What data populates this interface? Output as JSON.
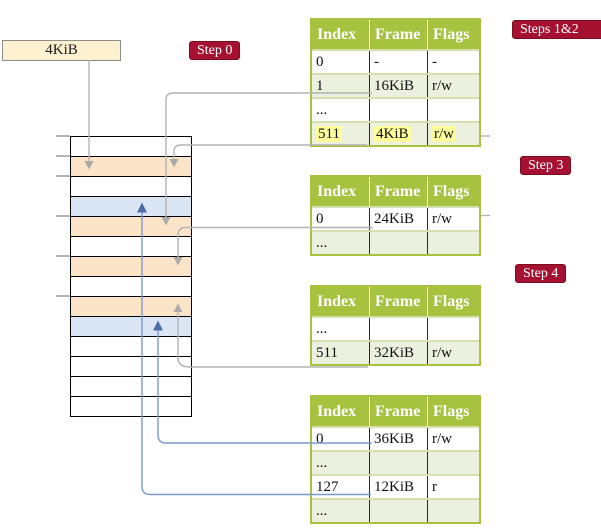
{
  "title_box": {
    "label": "4KiB"
  },
  "step_labels": {
    "step0": "Step 0",
    "steps12": "Steps 1&2",
    "step3": "Step 3",
    "step4": "Step 4"
  },
  "table_headers": [
    "Index",
    "Frame",
    "Flags"
  ],
  "tables": [
    {
      "name": "page-table-steps-1-2",
      "rows": [
        {
          "cells": [
            "0",
            "-",
            "-"
          ],
          "highlight": false
        },
        {
          "cells": [
            "1",
            "16KiB",
            "r/w"
          ],
          "highlight": false
        },
        {
          "cells": [
            "...",
            "",
            ""
          ],
          "highlight": false
        },
        {
          "cells": [
            "511",
            "4KiB",
            "r/w"
          ],
          "highlight": true
        }
      ]
    },
    {
      "name": "page-table-step-3",
      "rows": [
        {
          "cells": [
            "0",
            "24KiB",
            "r/w"
          ],
          "highlight": false
        },
        {
          "cells": [
            "...",
            "",
            ""
          ],
          "highlight": false
        }
      ]
    },
    {
      "name": "page-table-step-4",
      "rows": [
        {
          "cells": [
            "...",
            "",
            ""
          ],
          "highlight": false
        },
        {
          "cells": [
            "511",
            "32KiB",
            "r/w"
          ],
          "highlight": false
        }
      ]
    },
    {
      "name": "page-table-final",
      "rows": [
        {
          "cells": [
            "0",
            "36KiB",
            "r/w"
          ],
          "highlight": false
        },
        {
          "cells": [
            "...",
            "",
            ""
          ],
          "highlight": false
        },
        {
          "cells": [
            "127",
            "12KiB",
            "r"
          ],
          "highlight": false
        },
        {
          "cells": [
            "...",
            "",
            ""
          ],
          "highlight": false
        }
      ]
    }
  ],
  "memory_strip": {
    "row_colors": [
      "white",
      "peach",
      "white",
      "blue",
      "peach",
      "white",
      "peach",
      "white",
      "peach",
      "blue",
      "white",
      "white",
      "white",
      "white"
    ]
  },
  "colors": {
    "header_green": "#a6c23e",
    "row_green": "#ebf1de",
    "highlight_yellow": "#ffff9c",
    "crimson": "#a51231",
    "peach": "#fce4c8",
    "blue_row": "#dbe6f5",
    "gray_line": "#b3b3b3",
    "blue_line": "#7d98cc",
    "blue_arrowhead": "#4d6da8",
    "box_cream": "#fdf1cf"
  }
}
